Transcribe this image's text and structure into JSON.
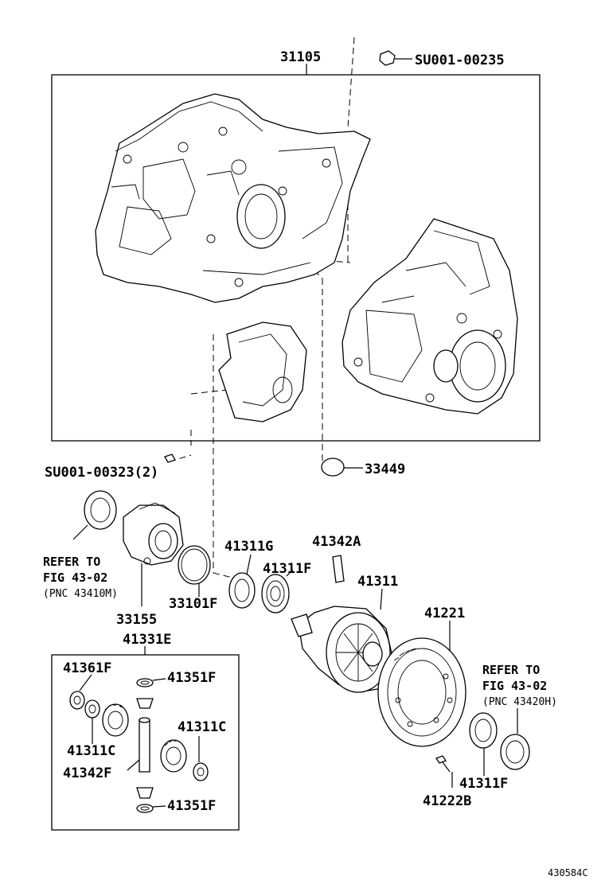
{
  "labels": {
    "p31105": "31105",
    "su00235": "SU001-00235",
    "su00323": "SU001-00323(2)",
    "p33449": "33449",
    "ref_left_1": "REFER TO",
    "ref_left_2": "FIG 43-02",
    "ref_left_3": "(PNC 43410M)",
    "p33155": "33155",
    "p33101f": "33101F",
    "p41311g": "41311G",
    "p41342a": "41342A",
    "p41311f_a": "41311F",
    "p41311": "41311",
    "p41221": "41221",
    "p41331e": "41331E",
    "p41361f": "41361F",
    "p41351f_a": "41351F",
    "p41311c_a": "41311C",
    "p41311c_b": "41311C",
    "p41342f": "41342F",
    "p41351f_b": "41351F",
    "ref_right_1": "REFER TO",
    "ref_right_2": "FIG 43-02",
    "ref_right_3": "(PNC 43420H)",
    "p41311f_b": "41311F",
    "p41222b": "41222B",
    "figure_id": "430584C"
  }
}
